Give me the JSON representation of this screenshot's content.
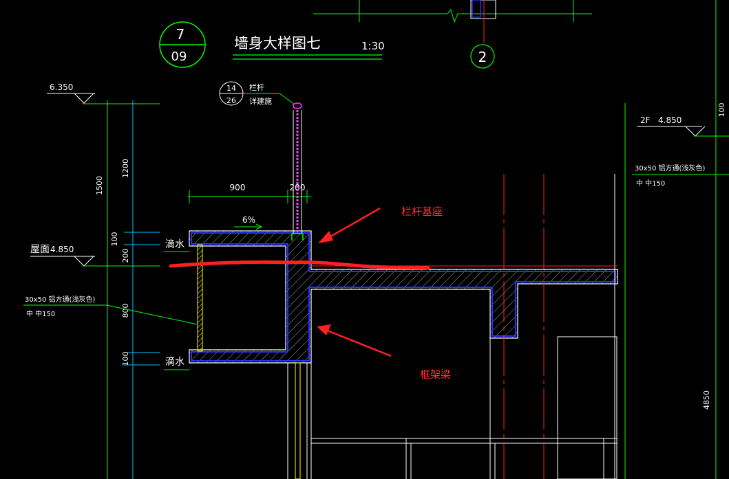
{
  "drawing": {
    "title": "墙身大样图七",
    "scale": "1:30",
    "detail_number": "7",
    "detail_sheet": "09",
    "axis_label": "2"
  },
  "railing_callout": {
    "num": "14",
    "sheet": "26",
    "line1": "栏杆",
    "line2": "详建施"
  },
  "elevations": {
    "top": "6.350",
    "roof_label": "屋面",
    "roof": "4.850",
    "floor_label": "2F",
    "floor": "4.850"
  },
  "dimensions": {
    "d1500": "1500",
    "d1200": "1200",
    "d100a": "100",
    "d200": "200",
    "d800": "800",
    "d100b": "100",
    "d900": "900",
    "d200h": "200",
    "d100r": "100",
    "d4850": "4850",
    "slope": "6%"
  },
  "notes": {
    "drip_top": "滴水",
    "drip_bottom": "滴水",
    "alum_left_1": "30x50  铝方通(浅灰色)",
    "alum_left_2": "中  中150",
    "alum_right_1": "30x50  铝方通(浅灰色)",
    "alum_right_2": "中  中150"
  },
  "annotations": {
    "railing_base": "栏杆基座",
    "frame_beam": "框架梁"
  },
  "colors": {
    "background": "#000000",
    "line_green": "#00ff00",
    "line_white": "#ffffff",
    "line_cyan": "#00bfff",
    "concrete_blue": "#2233ff",
    "hatch": "#b0b0b0",
    "markup_red": "#ff2020",
    "alum_yellow": "#ffff00",
    "railing_magenta": "#ff40ff"
  }
}
